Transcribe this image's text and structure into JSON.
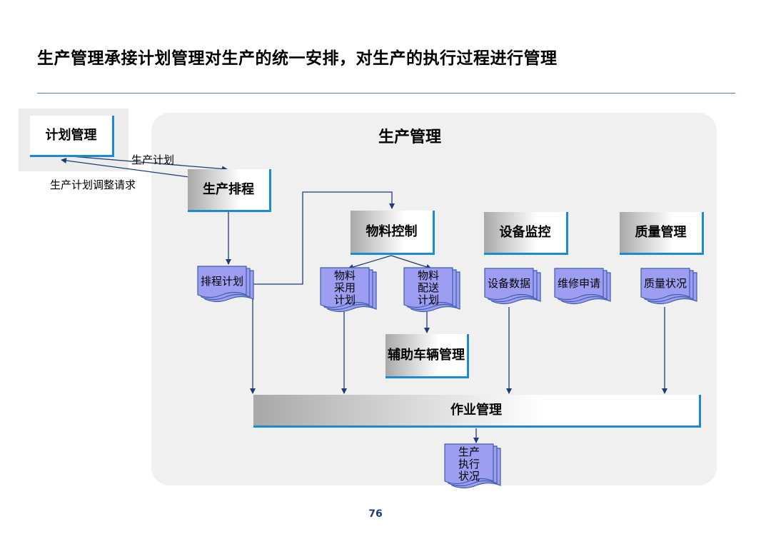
{
  "slide": {
    "title": "生产管理承接计划管理对生产的统一安排，对生产的执行过程进行管理",
    "page_number": "76"
  },
  "diagram": {
    "panel_title": "生产管理",
    "boxes": {
      "plan_mgmt": "计划管理",
      "scheduling": "生产排程",
      "material_control": "物料控制",
      "equipment_monitor": "设备监控",
      "quality_mgmt": "质量管理",
      "vehicle_mgmt": "辅助车辆管理",
      "operation_mgmt": "作业管理"
    },
    "documents": {
      "schedule_plan": "排程计划",
      "purchase_plan": "物料\n采用\n计划",
      "delivery_plan": "物料\n配送\n计划",
      "equipment_data": "设备数据",
      "maintenance_request": "维修申请",
      "quality_status": "质量状况",
      "execution_status": "生产\n执行\n状况"
    },
    "labels": {
      "production_plan": "生产计划",
      "adjust_request": "生产计划调整请求"
    }
  },
  "colors": {
    "arrow": "#1f3b73",
    "box_accent": "#1a8bd4",
    "doc_fill": "#9d9df2",
    "doc_stroke": "#3f5ea8",
    "panel": "#f0f0f0"
  }
}
